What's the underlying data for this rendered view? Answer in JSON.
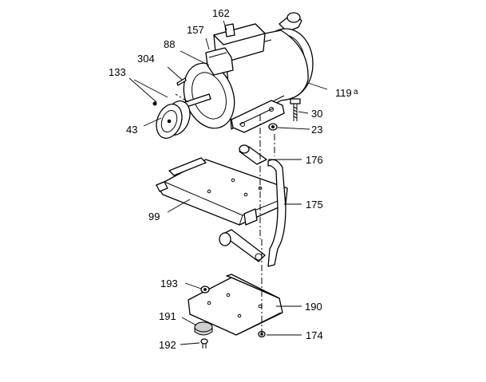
{
  "labels": {
    "l162": "162",
    "l157": "157",
    "l88": "88",
    "l304": "304",
    "l133": "133",
    "l43": "43",
    "l119": "119",
    "l119_suffix": "a",
    "l30": "30",
    "l23": "23",
    "l176": "176",
    "l175": "175",
    "l99": "99",
    "l193": "193",
    "l190": "190",
    "l191": "191",
    "l174": "174",
    "l192": "192"
  }
}
